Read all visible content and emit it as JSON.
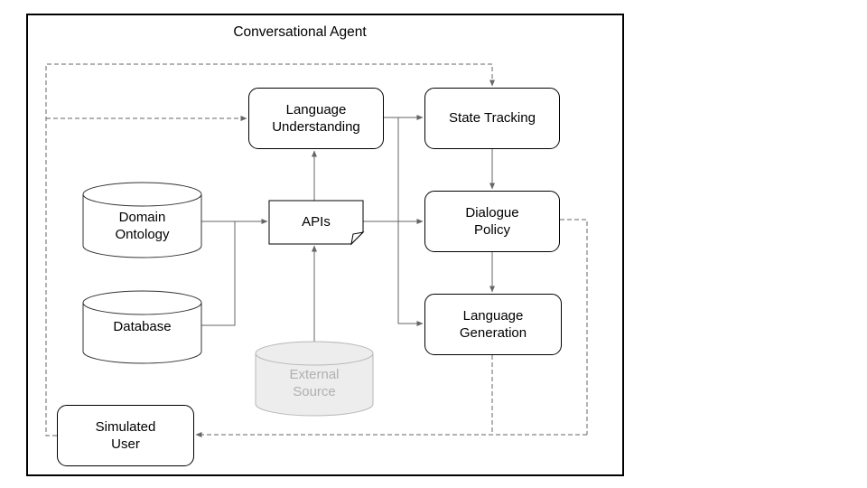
{
  "diagram": {
    "title": "Conversational Agent",
    "nodes": {
      "language_understanding": {
        "label": "Language\nUnderstanding",
        "shape": "rounded-box"
      },
      "state_tracking": {
        "label": "State Tracking",
        "shape": "rounded-box"
      },
      "dialogue_policy": {
        "label": "Dialogue\nPolicy",
        "shape": "rounded-box"
      },
      "language_generation": {
        "label": "Language\nGeneration",
        "shape": "rounded-box"
      },
      "simulated_user": {
        "label": "Simulated\nUser",
        "shape": "rounded-box"
      },
      "apis": {
        "label": "APIs",
        "shape": "document"
      },
      "domain_ontology": {
        "label": "Domain\nOntology",
        "shape": "cylinder"
      },
      "database": {
        "label": "Database",
        "shape": "cylinder"
      },
      "external_source": {
        "label": "External\nSource",
        "shape": "cylinder",
        "muted": true
      }
    },
    "edges": [
      {
        "from": "simulated-user",
        "to": "state-tracking",
        "style": "dashed"
      },
      {
        "from": "simulated-user",
        "to": "language-understanding",
        "style": "dashed"
      },
      {
        "from": "language-understanding",
        "to": "state-tracking",
        "style": "solid"
      },
      {
        "from": "language-understanding",
        "to": "language-generation",
        "style": "solid"
      },
      {
        "from": "state-tracking",
        "to": "dialogue-policy",
        "style": "solid"
      },
      {
        "from": "dialogue-policy",
        "to": "language-generation",
        "style": "solid"
      },
      {
        "from": "domain-ontology",
        "to": "apis",
        "style": "solid"
      },
      {
        "from": "database",
        "to": "apis",
        "style": "solid"
      },
      {
        "from": "external-source",
        "to": "apis",
        "style": "solid"
      },
      {
        "from": "apis",
        "to": "language-understanding",
        "style": "solid"
      },
      {
        "from": "apis",
        "to": "dialogue-policy",
        "style": "solid"
      },
      {
        "from": "dialogue-policy",
        "to": "simulated-user",
        "style": "dashed"
      },
      {
        "from": "language-generation",
        "to": "simulated-user",
        "style": "dashed"
      }
    ],
    "colors": {
      "line": "#666666",
      "box_border": "#000000",
      "text": "#000000",
      "muted_fill": "#ededed",
      "muted_stroke": "#b7b7b7",
      "muted_text": "#b0b0b0",
      "background": "#ffffff"
    }
  }
}
